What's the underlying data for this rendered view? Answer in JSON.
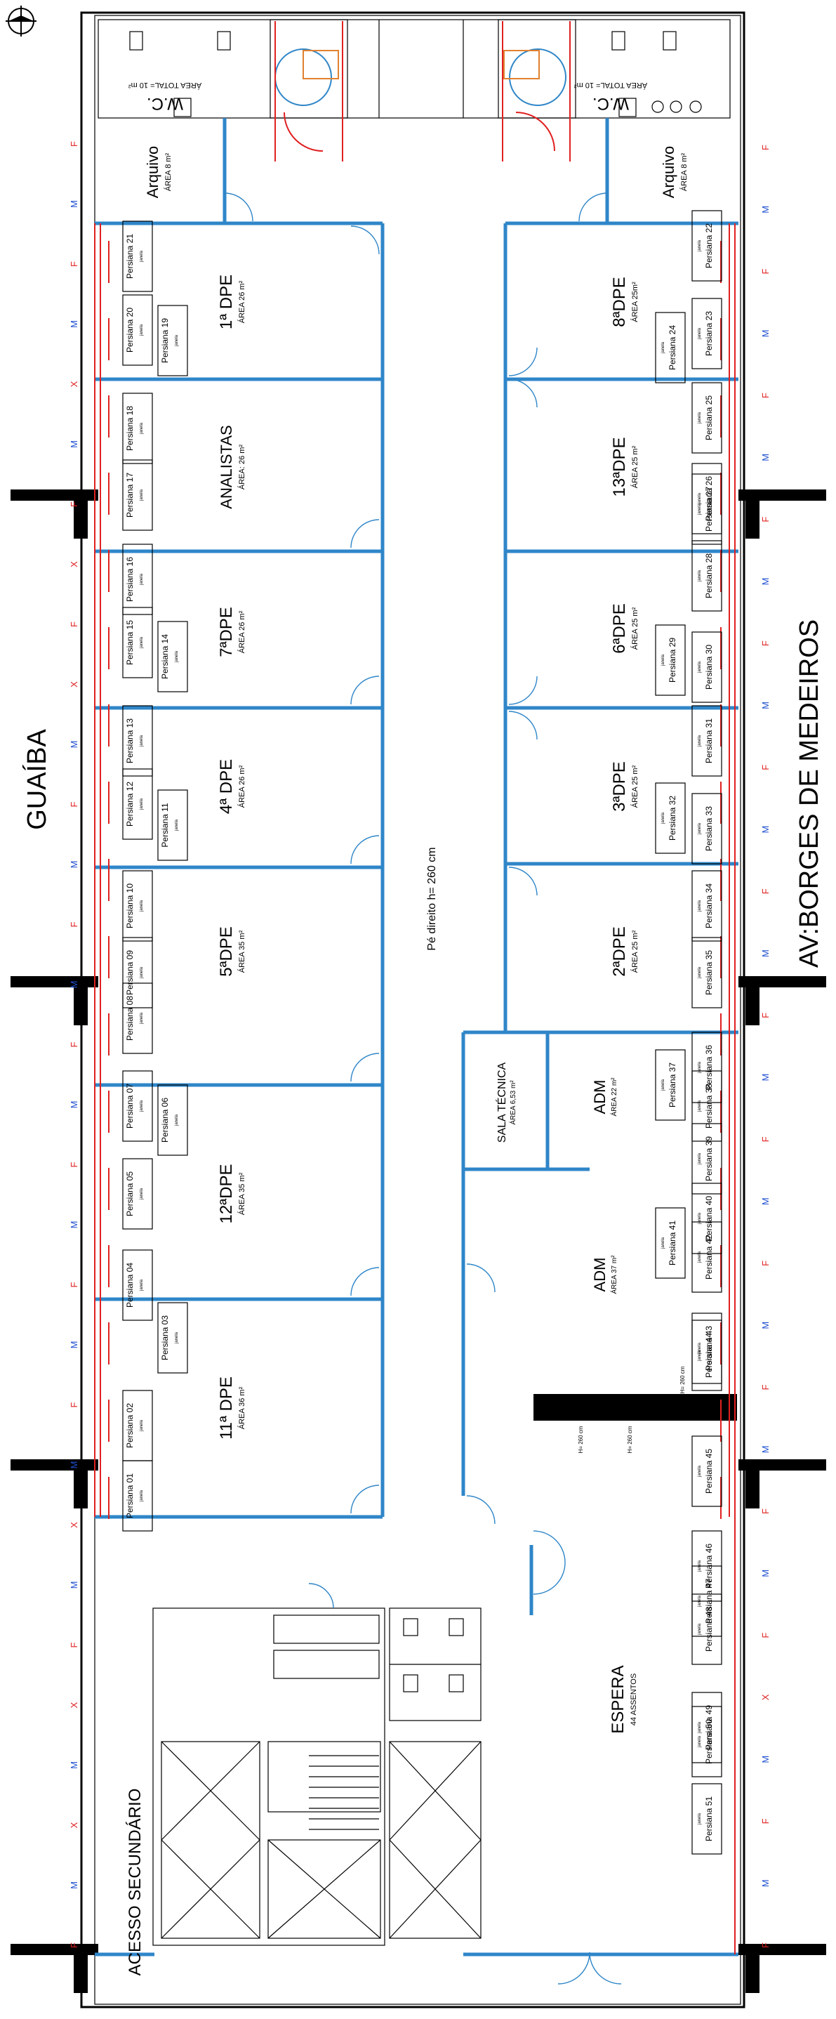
{
  "north_label": "N",
  "street_left": "GUAÍBA",
  "street_right": "AV:BORGES DE MEDEIROS",
  "ceiling_note": "Pé direito h= 260 cm",
  "secondary_access": "ACESSO SECUNDÁRIO",
  "wc": [
    {
      "title": "W.C.",
      "area": "ÁREA TOTAL= 10 m²"
    },
    {
      "title": "W.C.",
      "area": "ÁREA TOTAL= 10 m²"
    }
  ],
  "rooms": [
    {
      "name": "Arquivo",
      "area": "ÁREA 8 m²"
    },
    {
      "name": "1ª DPE",
      "area": "ÁREA 26 m²"
    },
    {
      "name": "ANALISTAS",
      "area": "ÁREA: 26 m²"
    },
    {
      "name": "7ªDPE",
      "area": "ÁREA 26 m²"
    },
    {
      "name": "4ª DPE",
      "area": "ÁREA 26 m²"
    },
    {
      "name": "5ªDPE",
      "area": "ÁREA 35 m²"
    },
    {
      "name": "12ªDPE",
      "area": "ÁREA 35 m²"
    },
    {
      "name": "11ª DPE",
      "area": "ÁREA 36 m²"
    },
    {
      "name": "Arquivo",
      "area": "ÁREA 8 m²"
    },
    {
      "name": "8ªDPE",
      "area": "ÁREA 25m²"
    },
    {
      "name": "13ªDPE",
      "area": "ÁREA 25 m²"
    },
    {
      "name": "6ªDPE",
      "area": "ÁREA 25 m²"
    },
    {
      "name": "3ªDPE",
      "area": "ÁREA 25 m²"
    },
    {
      "name": "2ªDPE",
      "area": "ÁREA 25 m²"
    },
    {
      "name": "SALA TÉCNICA",
      "area": "ÁREA 6,53 m²"
    },
    {
      "name": "ADM",
      "area": "ÁREA 22 m²"
    },
    {
      "name": "ADM",
      "area": "ÁREA 37 m²"
    },
    {
      "name": "ESPERA",
      "area": "44 ASSENTOS"
    }
  ],
  "blinds": [
    "Persiana 01",
    "Persiana 02",
    "Persiana 03",
    "Persiana 04",
    "Persiana 05",
    "Persiana 06",
    "Persiana 07",
    "Persiana 08",
    "Persiana 09",
    "Persiana 10",
    "Persiana 11",
    "Persiana 12",
    "Persiana 13",
    "Persiana 14",
    "Persiana 15",
    "Persiana 16",
    "Persiana 17",
    "Persiana 18",
    "Persiana 19",
    "Persiana 20",
    "Persiana 21",
    "Persiana 22",
    "Persiana 23",
    "Persiana 24",
    "Persiana 25",
    "Persiana 26",
    "Persiana 27",
    "Persiana 28",
    "Persiana 29",
    "Persiana 30",
    "Persiana 31",
    "Persiana 32",
    "Persiana 33",
    "Persiana 34",
    "Persiana 35",
    "Persiana 36",
    "Persiana 37",
    "Persiana 38",
    "Persiana 39",
    "Persiana 40",
    "Persiana 41",
    "Persiana 42",
    "Persiana 43",
    "Persiana 44",
    "Persiana 45",
    "Persiana 46",
    "Persiana 47",
    "Persiana 48",
    "Persiana 49",
    "Persiana 50",
    "Persiana 51"
  ],
  "window_note": "janela",
  "sill_note": "H= 260 cm",
  "colors": {
    "wall": "#2f86c8",
    "window": "#e02020",
    "marker_f": "#e02020",
    "marker_m": "#1f4fd0",
    "marker_x": "#e02020"
  },
  "markers_left": [
    "F",
    "M",
    "F",
    "M",
    "X",
    "M",
    "F",
    "X",
    "F",
    "X",
    "M",
    "F",
    "M",
    "F",
    "M",
    "F",
    "M",
    "F",
    "M",
    "F",
    "M",
    "F",
    "M",
    "X",
    "M",
    "F",
    "X",
    "M",
    "X",
    "M",
    "F"
  ],
  "markers_right": [
    "F",
    "M",
    "F",
    "M",
    "F",
    "M",
    "F",
    "M",
    "F",
    "M",
    "F",
    "M",
    "F",
    "M",
    "F",
    "M",
    "F",
    "M",
    "F",
    "M",
    "F",
    "M",
    "F",
    "M",
    "F",
    "X",
    "M",
    "F",
    "M",
    "F"
  ]
}
